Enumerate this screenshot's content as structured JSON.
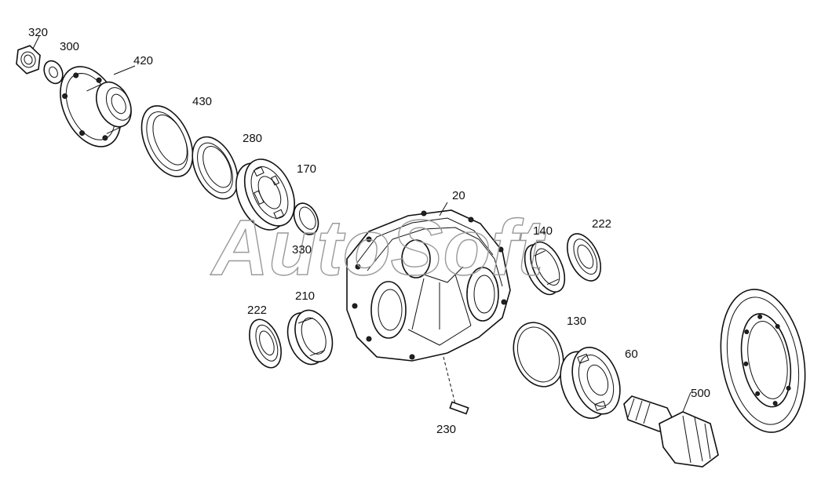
{
  "watermark": "AutoSoft",
  "callouts": [
    {
      "id": "320",
      "text": "320"
    },
    {
      "id": "300",
      "text": "300"
    },
    {
      "id": "420",
      "text": "420"
    },
    {
      "id": "430",
      "text": "430"
    },
    {
      "id": "280",
      "text": "280"
    },
    {
      "id": "170",
      "text": "170"
    },
    {
      "id": "330",
      "text": "330"
    },
    {
      "id": "20",
      "text": "20"
    },
    {
      "id": "140",
      "text": "140"
    },
    {
      "id": "222a",
      "text": "222"
    },
    {
      "id": "222b",
      "text": "222"
    },
    {
      "id": "210",
      "text": "210"
    },
    {
      "id": "130",
      "text": "130"
    },
    {
      "id": "60",
      "text": "60"
    },
    {
      "id": "500",
      "text": "500"
    },
    {
      "id": "230",
      "text": "230"
    }
  ]
}
